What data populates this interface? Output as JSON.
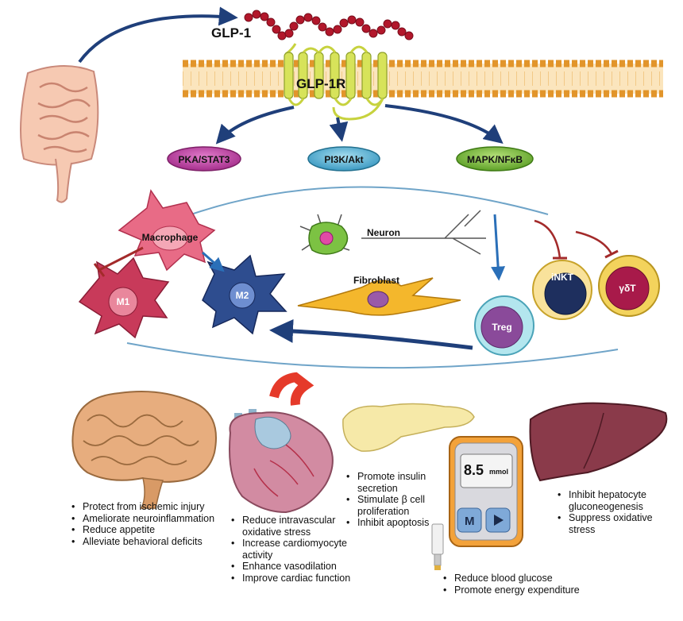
{
  "labels": {
    "glp1": "GLP-1",
    "glp1r": "GLP-1R",
    "pathways": [
      "PKA/STAT3",
      "PI3K/Akt",
      "MAPK/NFκB"
    ],
    "cells": {
      "macrophage": "Macrophage",
      "m1": "M1",
      "m2": "M2",
      "neuron": "Neuron",
      "fibroblast": "Fibroblast",
      "treg": "Treg",
      "inkt": "iNKT",
      "gdt": "γδT"
    },
    "meter": {
      "reading": "8.5",
      "unit": "mmol",
      "button": "M"
    }
  },
  "effects": {
    "brain": [
      "Protect from ischemic injury",
      "Ameliorate neuroinflammation",
      "Reduce appetite",
      "Alleviate behavioral deficits"
    ],
    "heart": [
      "Reduce intravascular oxidative stress",
      "Increase cardiomyocyte activity",
      "Enhance vasodilation",
      "Improve cardiac function"
    ],
    "pancreas": [
      "Promote insulin secretion",
      "Stimulate β cell proliferation",
      "Inhibit apoptosis"
    ],
    "glucose": [
      "Reduce blood glucose",
      "Promote energy expenditure"
    ],
    "liver": [
      "Inhibit hepatocyte gluconeogenesis",
      "Suppress oxidative stress"
    ]
  },
  "colors": {
    "membrane": "#f2a93b",
    "receptor": "#d7e35a",
    "peptide": "#b2172b",
    "arrow_blue": "#1f3f7a",
    "arrow_red": "#a32a2a",
    "pka": "#c24aa8",
    "pi3k": "#5bb5d6",
    "mapk": "#7ec23d"
  }
}
